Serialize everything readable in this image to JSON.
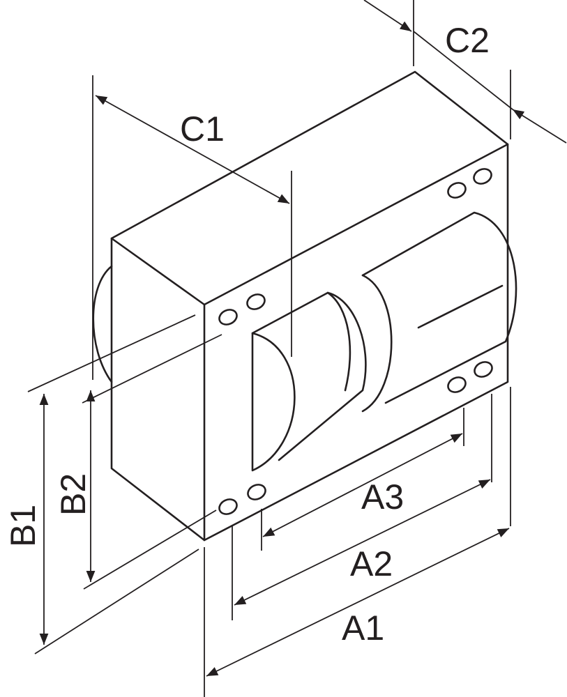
{
  "labels": {
    "c1": "C1",
    "c2": "C2",
    "b1": "B1",
    "b2": "B2",
    "a1": "A1",
    "a2": "A2",
    "a3": "A3"
  },
  "colors": {
    "line": "#231f20",
    "background": "#ffffff"
  }
}
